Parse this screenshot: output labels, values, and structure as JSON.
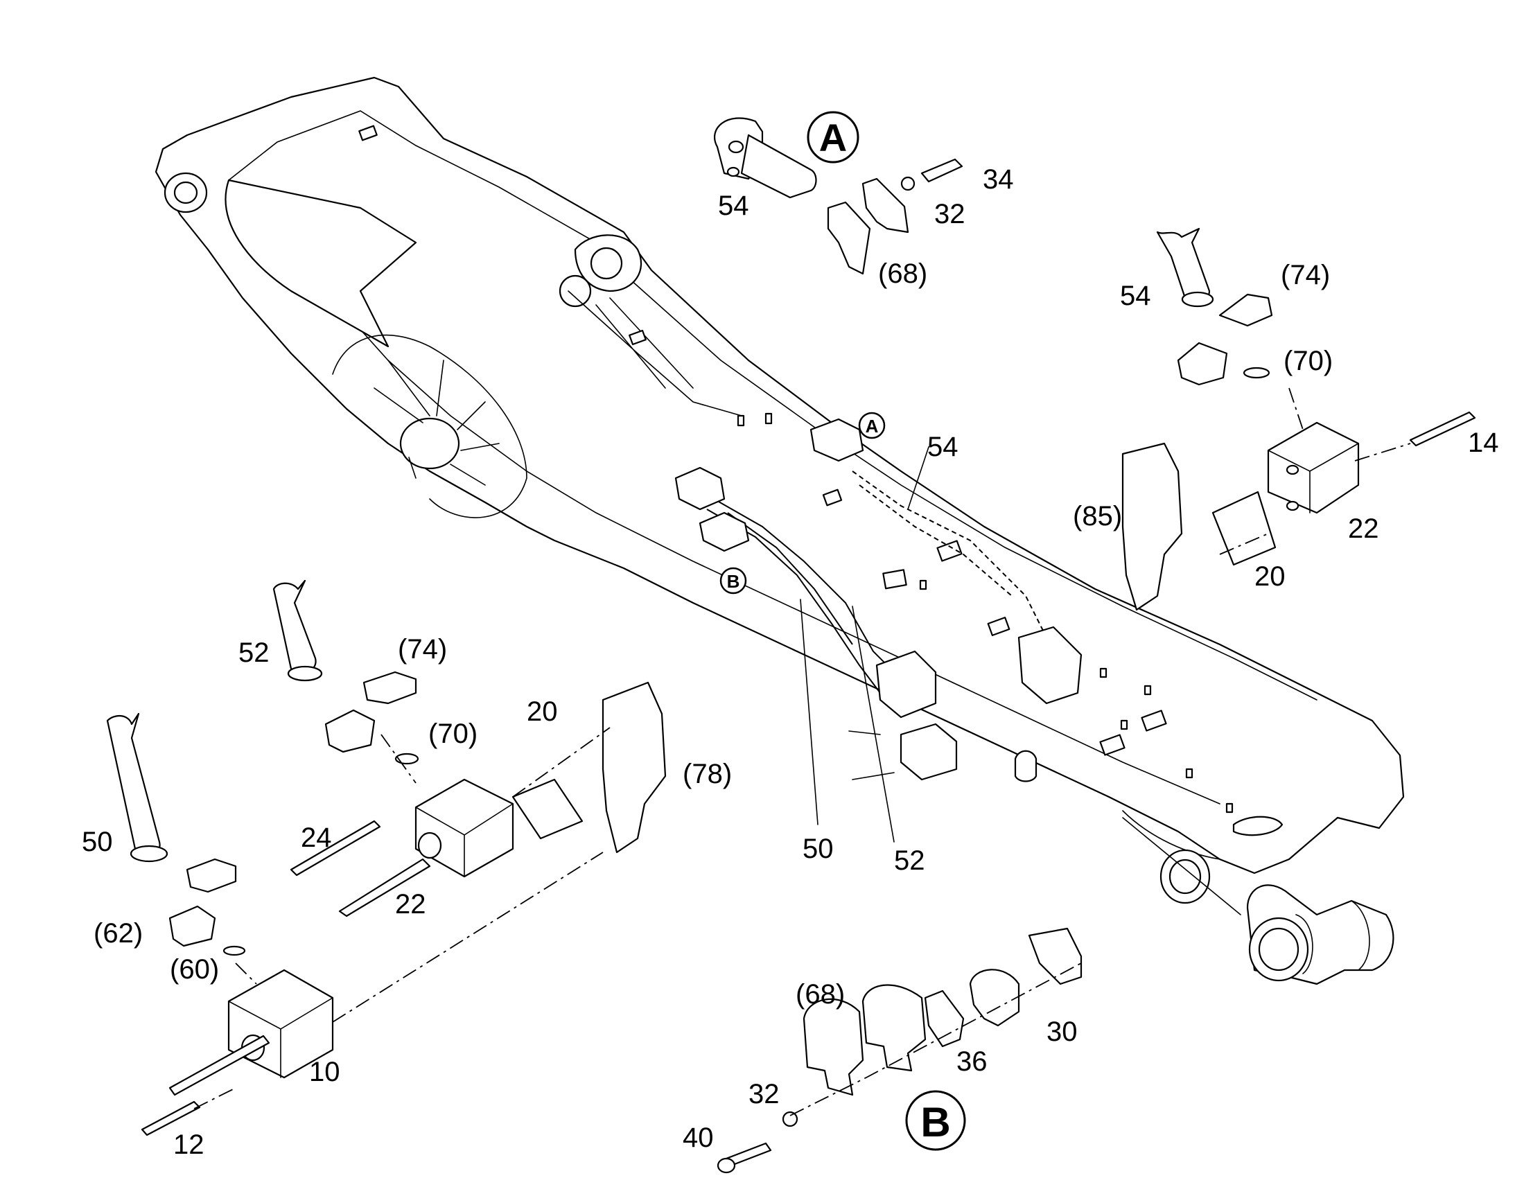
{
  "diagram": {
    "callouts": {
      "detail_a": "A",
      "detail_b": "B",
      "marker_a": "A",
      "marker_b": "B"
    },
    "labels": {
      "a_54": "54",
      "a_34": "34",
      "a_32": "32",
      "a_68": "(68)",
      "r_54": "54",
      "r_74": "(74)",
      "r_70": "(70)",
      "r_14": "14",
      "r_85": "(85)",
      "r_22": "22",
      "r_20": "20",
      "boom_54": "54",
      "boom_50": "50",
      "boom_52": "52",
      "m_52": "52",
      "m_74": "(74)",
      "m_70": "(70)",
      "m_20": "20",
      "m_78": "(78)",
      "m_24": "24",
      "m_22": "22",
      "l_50": "50",
      "l_62": "(62)",
      "l_60": "(60)",
      "l_10": "10",
      "l_12": "12",
      "b_68": "(68)",
      "b_32": "32",
      "b_36": "36",
      "b_30": "30",
      "b_40": "40"
    }
  }
}
